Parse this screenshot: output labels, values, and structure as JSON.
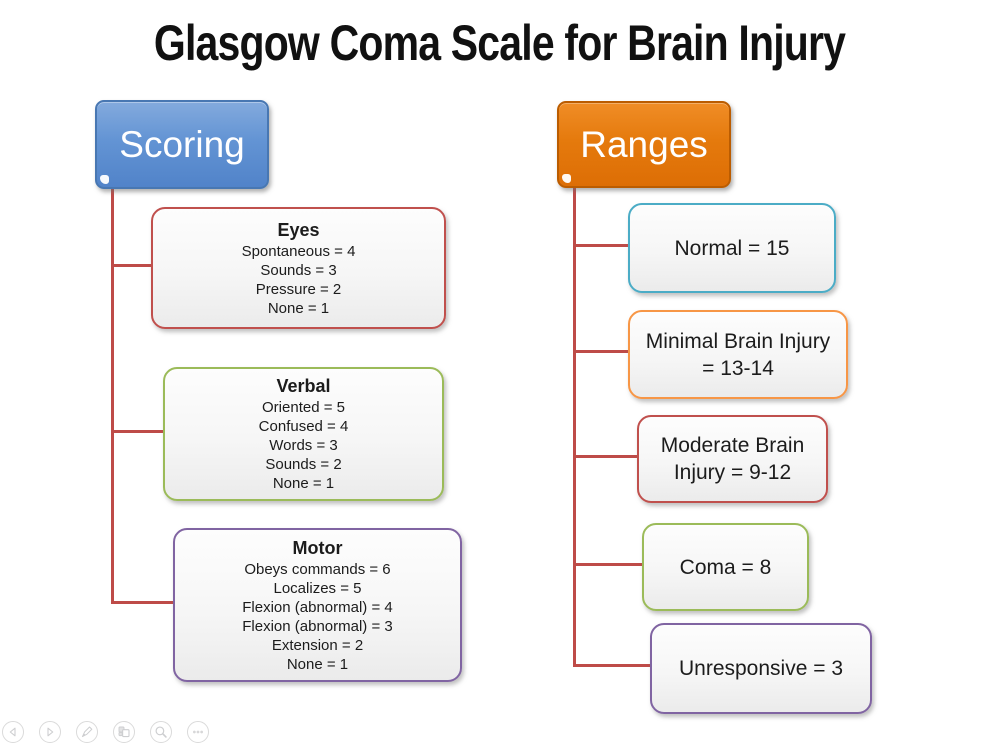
{
  "title": "Glasgow Coma Scale for Brain Injury",
  "colors": {
    "connector": "#BE4B48",
    "scoring_fill": "#5B8BD0",
    "scoring_border": "#4877B2",
    "ranges_fill": "#E8760C",
    "ranges_border": "#BB5C00",
    "red": "#C0504D",
    "green": "#9BBB59",
    "purple": "#8064A2",
    "cyan": "#4BACC6",
    "orange": "#F79646"
  },
  "scoring": {
    "header": "Scoring",
    "nodes": [
      {
        "title": "Eyes",
        "border_color": "#C0504D",
        "lines": [
          "Spontaneous = 4",
          "Sounds = 3",
          "Pressure = 2",
          "None = 1"
        ]
      },
      {
        "title": "Verbal",
        "border_color": "#9BBB59",
        "lines": [
          "Oriented = 5",
          "Confused = 4",
          "Words = 3",
          "Sounds = 2",
          "None = 1"
        ]
      },
      {
        "title": "Motor",
        "border_color": "#8064A2",
        "lines": [
          "Obeys commands = 6",
          "Localizes = 5",
          "Flexion (abnormal) = 4",
          "Flexion (abnormal) = 3",
          "Extension = 2",
          "None = 1"
        ]
      }
    ]
  },
  "ranges": {
    "header": "Ranges",
    "nodes": [
      {
        "label": "Normal = 15",
        "border_color": "#4BACC6"
      },
      {
        "label": "Minimal Brain Injury = 13-14",
        "border_color": "#F79646"
      },
      {
        "label": "Moderate Brain Injury = 9-12",
        "border_color": "#C0504D"
      },
      {
        "label": "Coma = 8",
        "border_color": "#9BBB59"
      },
      {
        "label": "Unresponsive = 3",
        "border_color": "#8064A2"
      }
    ]
  },
  "toolbar": {
    "buttons": [
      {
        "id": "previous-slide"
      },
      {
        "id": "next-slide"
      },
      {
        "id": "pen-annotate"
      },
      {
        "id": "slide-sorter"
      },
      {
        "id": "zoom"
      },
      {
        "id": "more-options"
      }
    ]
  }
}
